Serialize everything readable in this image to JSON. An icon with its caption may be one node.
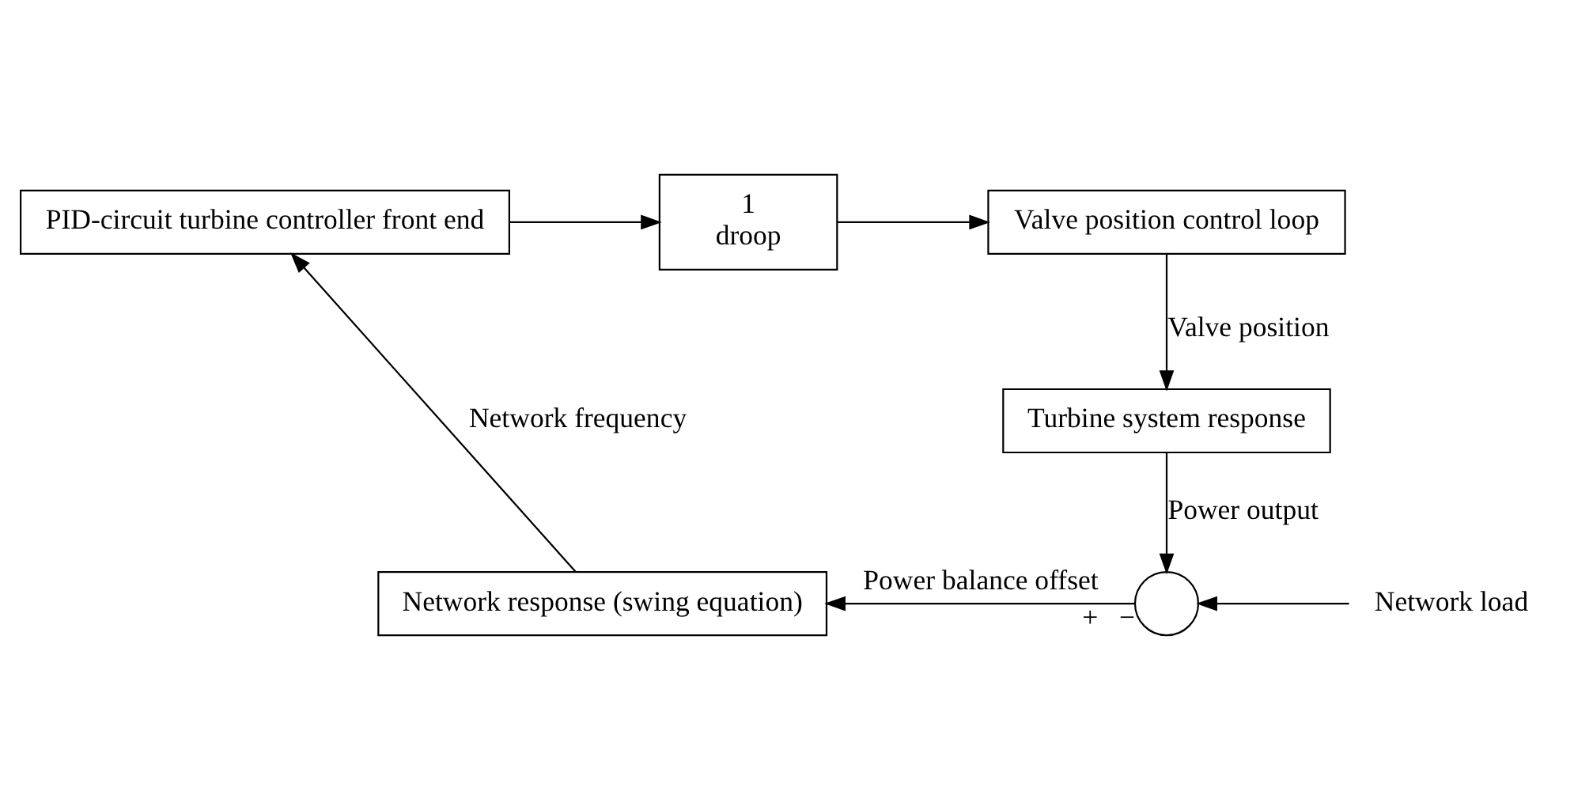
{
  "diagram": {
    "nodes": [
      {
        "text": [
          "PID-circuit turbine controller front end"
        ]
      },
      {
        "text": [
          "1",
          "droop"
        ]
      },
      {
        "text": [
          "Valve position control loop"
        ]
      },
      {
        "text": [
          "Turbine system response"
        ]
      },
      {
        "text": [],
        "shape": "circle",
        "beside": [
          "+",
          "−"
        ]
      },
      {
        "text": [
          "Network load"
        ]
      },
      {
        "text": [
          "Network response (swing equation)"
        ]
      }
    ],
    "edges": [
      {
        "from": 0,
        "to": 1,
        "arrow": "to"
      },
      {
        "from": 1,
        "to": 2,
        "arrow": "to"
      },
      {
        "from": 2,
        "to": 3,
        "arrow": "to",
        "label": "Valve position"
      },
      {
        "from": 3,
        "to": 4,
        "arrow": "to",
        "label": "Power output"
      },
      {
        "from": 5,
        "to": 4,
        "arrow": "to"
      },
      {
        "from": 4,
        "to": 6,
        "arrow": "to",
        "label": "Power balance offset"
      },
      {
        "from": 6,
        "to": 0,
        "arrow": "to",
        "label": "Network frequency"
      }
    ]
  }
}
